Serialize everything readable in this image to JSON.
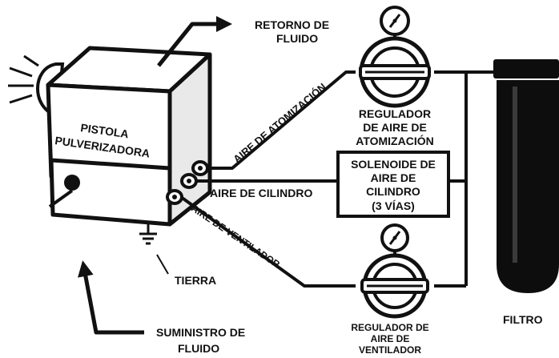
{
  "labels": {
    "fluid_return_1": "RETORNO DE",
    "fluid_return_2": "FLUIDO",
    "atomizing_air_line": "AIRE DE ATOMIZACIÓN",
    "gun_1": "PISTOLA",
    "gun_2": "PULVERIZADORA",
    "atomizing_reg_1": "REGULADOR",
    "atomizing_reg_2": "DE AIRE DE",
    "atomizing_reg_3": "ATOMIZACIÓN",
    "solenoid_1": "SOLENOIDE DE",
    "solenoid_2": "AIRE DE",
    "solenoid_3": "CILINDRO",
    "solenoid_4": "(3 VÍAS)",
    "cylinder_air_line": "AIRE DE CILINDRO",
    "fan_air_line": "AIRE DE VENTILADOR",
    "ground": "TIERRA",
    "fluid_supply_1": "SUMINISTRO DE",
    "fluid_supply_2": "FLUIDO",
    "fan_reg_1": "REGULADOR DE",
    "fan_reg_2": "AIRE DE",
    "fan_reg_3": "VENTILADOR",
    "filter": "FILTRO"
  },
  "colors": {
    "ink": "#111111",
    "paper": "#ffffff",
    "gun_side": "#e9e9e9",
    "filter_body": "#0d0d0d"
  }
}
